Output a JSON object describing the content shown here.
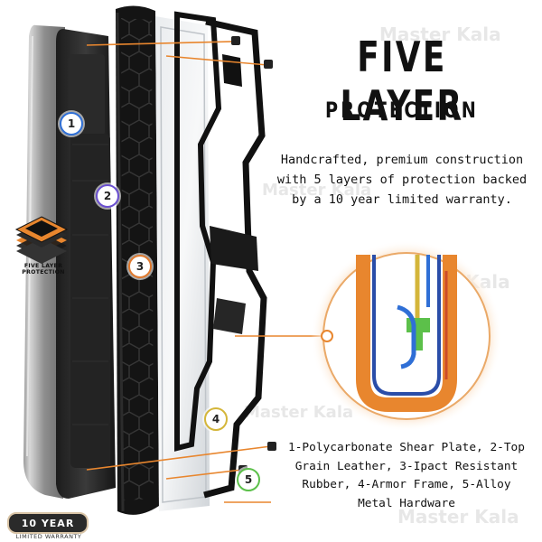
{
  "headline": {
    "title": "FIVE LAYER",
    "subtitle": "PROTECTION"
  },
  "description": "Handcrafted, premium construction with 5 layers of protection backed by a 10 year limited warranty.",
  "legend_text": "1-Polycarbonate Shear Plate, 2-Top Grain Leather, 3-Ipact Resistant Rubber, 4-Armor Frame, 5-Alloy Metal Hardware",
  "layer_badges": [
    {
      "number": "1",
      "color": "#2f6fd6"
    },
    {
      "number": "2",
      "color": "#6a4fd0"
    },
    {
      "number": "3",
      "color": "#e07a2e"
    },
    {
      "number": "4",
      "color": "#d4b63a"
    },
    {
      "number": "5",
      "color": "#5cc04a"
    }
  ],
  "five_layer_logo": {
    "caption": "FIVE LAYER PROTECTION",
    "icon": "stacked-layers-icon"
  },
  "warranty_badge": {
    "label": "10 YEAR",
    "sublabel": "LIMITED WARRANTY"
  },
  "watermark": {
    "brand": "Master Kala"
  },
  "colors": {
    "accent_orange": "#e8862e",
    "text_dark": "#111111",
    "case_black": "#1a1a1a"
  }
}
